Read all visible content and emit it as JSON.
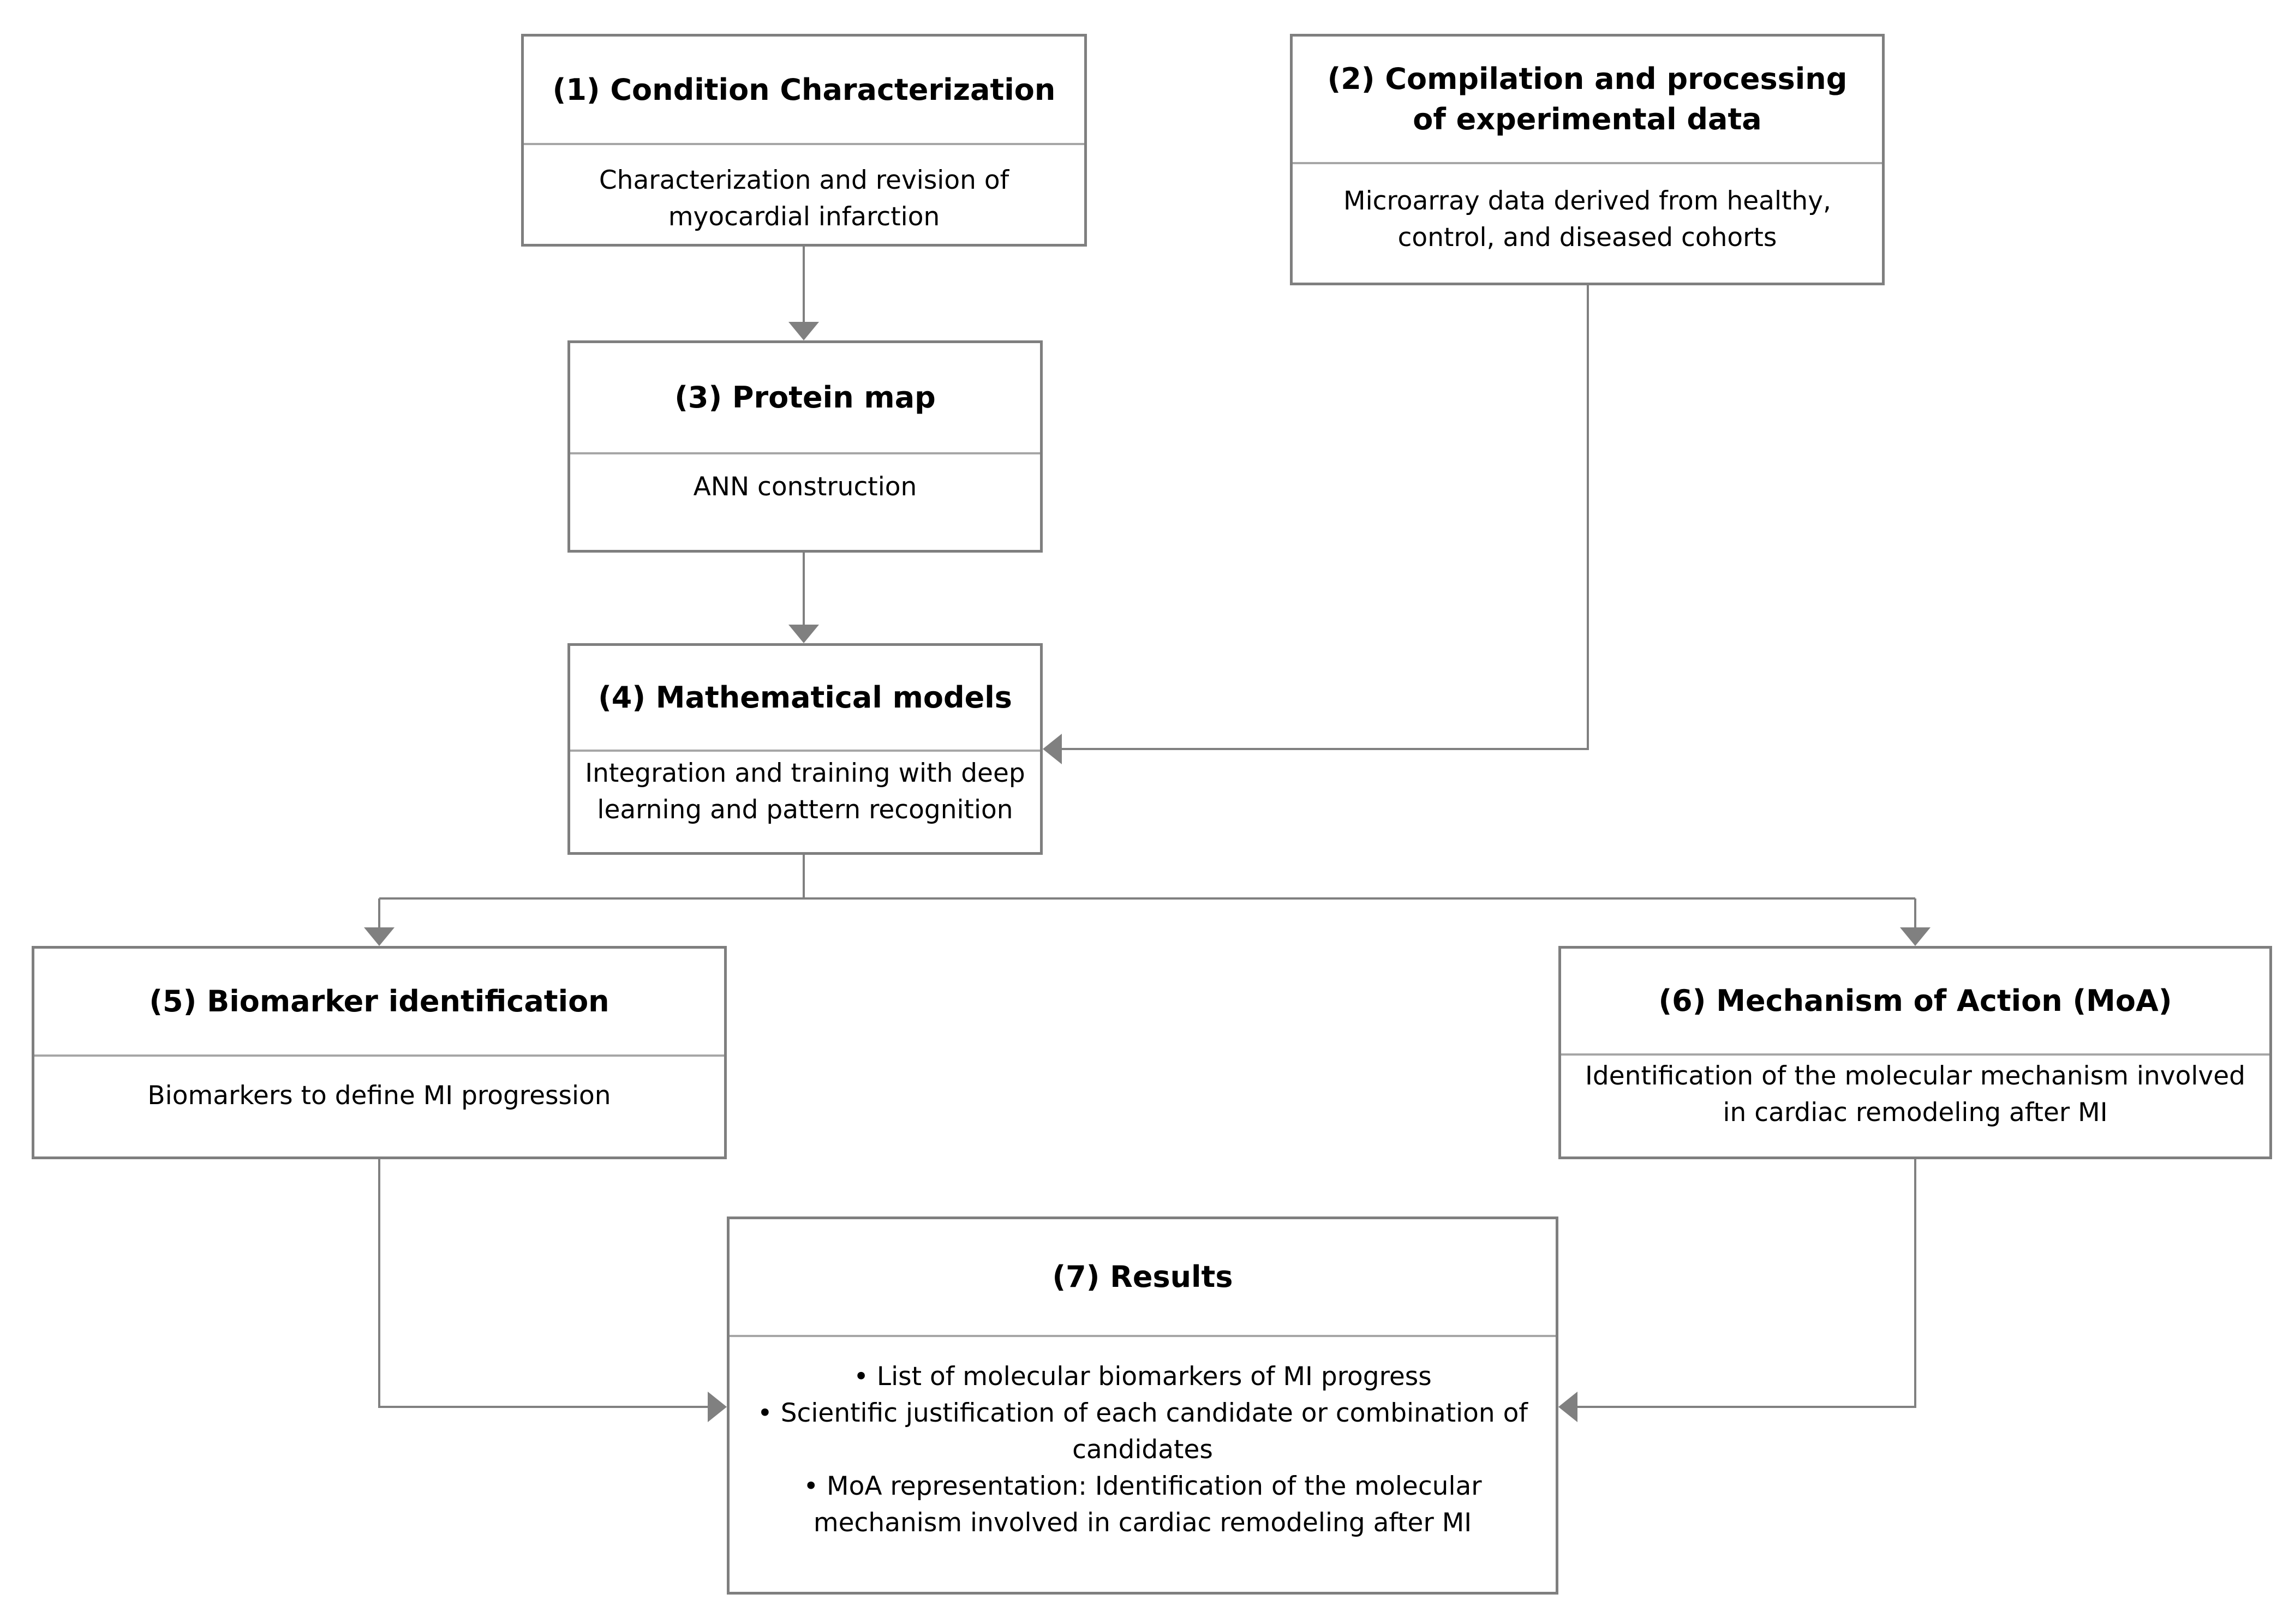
{
  "colors": {
    "box_border": "#7f7f7f",
    "divider": "#a6a6a6",
    "connector": "#808080",
    "text": "#000000",
    "background": "#ffffff"
  },
  "steps": [
    {
      "id": "1",
      "title": "(1) Condition Characterization",
      "body": "Characterization and revision of myocardial infarction"
    },
    {
      "id": "2",
      "title": "(2) Compilation and processing of experimental data",
      "body": "Microarray data derived from healthy, control, and diseased cohorts"
    },
    {
      "id": "3",
      "title": "(3) Protein map",
      "body": "ANN construction"
    },
    {
      "id": "4",
      "title": "(4) Mathematical models",
      "body": "Integration and training with deep learning and pattern recognition"
    },
    {
      "id": "5",
      "title": "(5) Biomarker identification",
      "body": "Biomarkers to define MI progression"
    },
    {
      "id": "6",
      "title": "(6) Mechanism of Action (MoA)",
      "body": "Identification of the molecular mechanism involved in cardiac remodeling after MI"
    },
    {
      "id": "7",
      "title": "(7) Results",
      "bullets": [
        "• List of molecular biomarkers of MI progress",
        "• Scientific justification of each candidate or combination of candidates",
        "• MoA representation: Identification of the molecular mechanism involved in cardiac remodeling after MI"
      ]
    }
  ],
  "connections": [
    {
      "from": "1",
      "to": "3"
    },
    {
      "from": "3",
      "to": "4"
    },
    {
      "from": "2",
      "to": "4"
    },
    {
      "from": "4",
      "to": "5"
    },
    {
      "from": "4",
      "to": "6"
    },
    {
      "from": "5",
      "to": "7"
    },
    {
      "from": "6",
      "to": "7"
    }
  ]
}
